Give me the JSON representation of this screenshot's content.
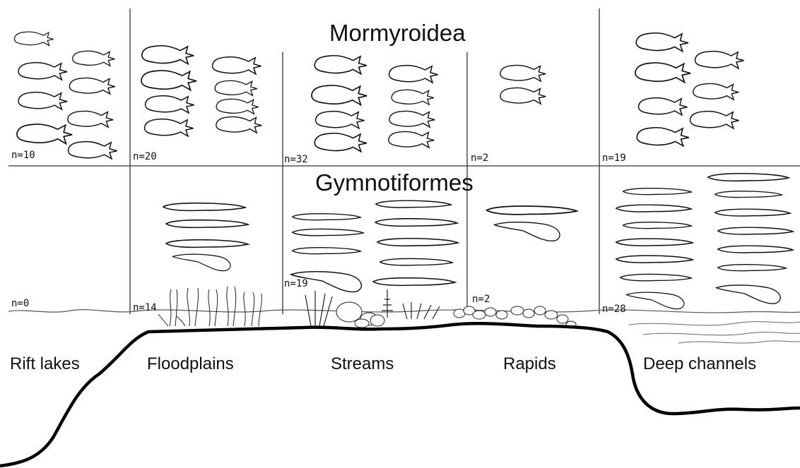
{
  "titles": {
    "mormyroidea": "Mormyroidea",
    "gymnotiformes": "Gymnotiformes"
  },
  "habitats": [
    {
      "label": "Rift lakes",
      "mormyroidea_n": "n=10",
      "gymnotiformes_n": "n=0"
    },
    {
      "label": "Floodplains",
      "mormyroidea_n": "n=20",
      "gymnotiformes_n": "n=14"
    },
    {
      "label": "Streams",
      "mormyroidea_n": "n=32",
      "gymnotiformes_n": "n=19"
    },
    {
      "label": "Rapids",
      "mormyroidea_n": "n=2",
      "gymnotiformes_n": "n=2"
    },
    {
      "label": "Deep channels",
      "mormyroidea_n": "n=19",
      "gymnotiformes_n": "n=28"
    }
  ],
  "colors": {
    "ink": "#111111",
    "grid": "#333333",
    "background": "#ffffff"
  },
  "icons": {
    "mormyrid": "mormyrid-fish-outline-icon",
    "gymnotiform": "knifefish-outline-icon",
    "vegetation": "plant-icon",
    "rock": "rock-icon"
  }
}
